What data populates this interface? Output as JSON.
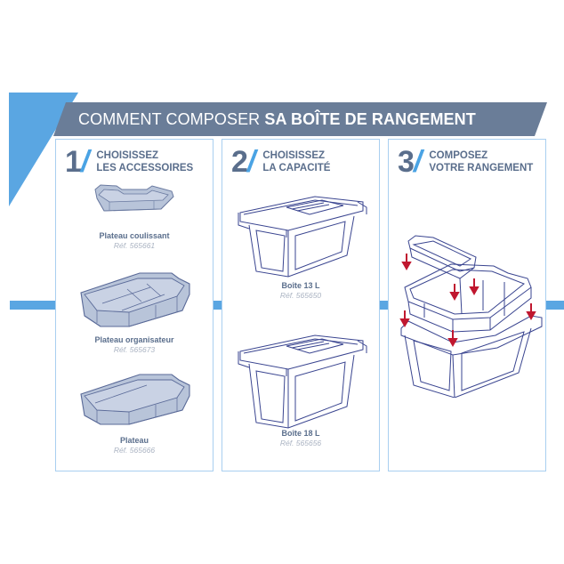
{
  "title": {
    "light": "COMMENT COMPOSER ",
    "bold": "SA BOÎTE DE RANGEMENT"
  },
  "colors": {
    "accent_blue": "#5aa6e2",
    "banner_gray": "#6a7d98",
    "text_navy": "#5a6e8c",
    "ref_gray": "#aab3c2",
    "panel_border": "#a9cff0",
    "line_navy": "#3a4590",
    "arrow_red": "#c0172f",
    "tray_fill": "#b8c4d9"
  },
  "steps": [
    {
      "number": "1",
      "title_line1": "CHOISISSEZ",
      "title_line2": "LES ACCESSOIRES",
      "items": [
        {
          "name": "Plateau coulissant",
          "ref": "Réf. 565661",
          "icon": "sliding-tray-illustration"
        },
        {
          "name": "Plateau organisateur",
          "ref": "Réf. 565673",
          "icon": "organizer-tray-illustration"
        },
        {
          "name": "Plateau",
          "ref": "Réf. 565666",
          "icon": "tray-illustration"
        }
      ]
    },
    {
      "number": "2",
      "title_line1": "CHOISISSEZ",
      "title_line2": "LA CAPACITÉ",
      "items": [
        {
          "name": "Boîte 13 L",
          "ref": "Réf. 565650",
          "icon": "box-13l-illustration"
        },
        {
          "name": "Boîte 18 L",
          "ref": "Réf. 565656",
          "icon": "box-18l-illustration"
        }
      ]
    },
    {
      "number": "3",
      "title_line1": "COMPOSEZ",
      "title_line2": "VOTRE RANGEMENT",
      "items": [
        {
          "icon": "stacked-assembly-illustration"
        }
      ]
    }
  ]
}
